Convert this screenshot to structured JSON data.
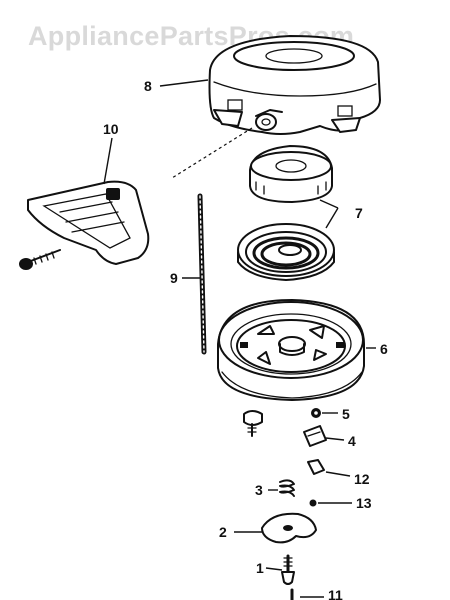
{
  "watermark": "AppliancePartsPros.com",
  "callouts": {
    "c1": "1",
    "c2": "2",
    "c3": "3",
    "c4": "4",
    "c5": "5",
    "c6": "6",
    "c7": "7",
    "c8": "8",
    "c9": "9",
    "c10": "10",
    "c11": "11",
    "c12": "12",
    "c13": "13"
  },
  "colors": {
    "ink": "#111111",
    "paper": "#ffffff",
    "watermark": "#d9d9d9"
  }
}
